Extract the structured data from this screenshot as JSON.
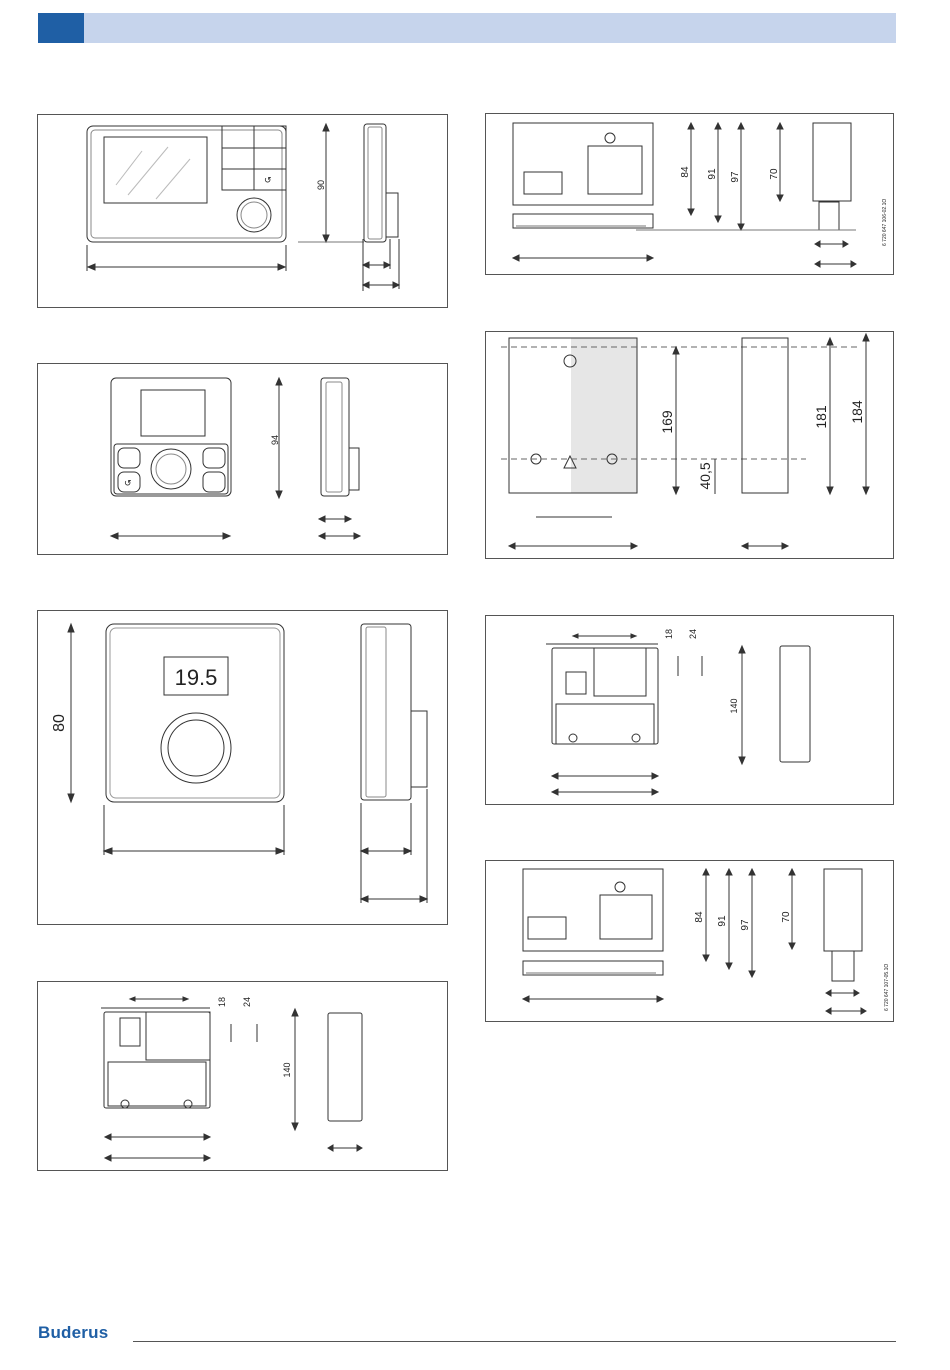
{
  "colors": {
    "brand": "#1f5fa5",
    "header_band": "#c6d4ec"
  },
  "footer": {
    "brand": "Buderus"
  },
  "figures": {
    "a": {
      "height_label": "90"
    },
    "b": {
      "height_label": "94"
    },
    "c": {
      "height_label": "80",
      "display_value": "19.5"
    },
    "d": {
      "d1": "18",
      "d2": "24",
      "height_label": "140"
    },
    "e": {
      "labels": [
        "84",
        "91",
        "97",
        "70"
      ],
      "doc_code": "6 720 647 106-02.1O"
    },
    "f": {
      "labels": [
        "169",
        "40,5",
        "181",
        "184"
      ]
    },
    "g": {
      "d1": "18",
      "d2": "24",
      "height_label": "140"
    },
    "h": {
      "labels": [
        "84",
        "91",
        "97",
        "70"
      ],
      "doc_code": "6 720 647 107-05.1O"
    }
  }
}
